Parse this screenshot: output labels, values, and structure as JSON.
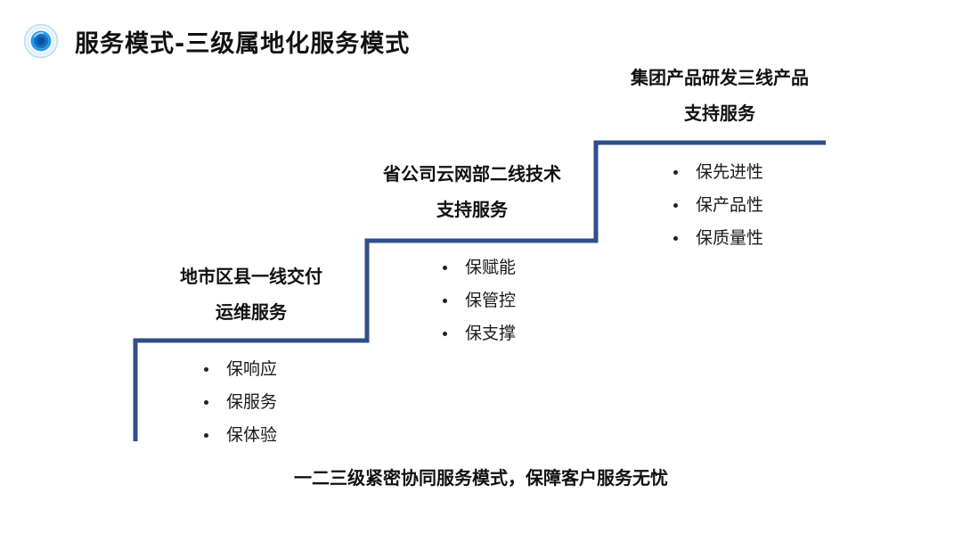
{
  "header": {
    "title": "服务模式-三级属地化服务模式",
    "icon": "target-ring-icon"
  },
  "colors": {
    "stair_line": "#2f4f8a",
    "icon_blue": "#1b87d6",
    "text": "#111111"
  },
  "tiers": [
    {
      "title_line1": "地市区县一线交付",
      "title_line2": "运维服务",
      "bullets": [
        "保响应",
        "保服务",
        "保体验"
      ]
    },
    {
      "title_line1": "省公司云网部二线技术",
      "title_line2": "支持服务",
      "bullets": [
        "保赋能",
        "保管控",
        "保支撑"
      ]
    },
    {
      "title_line1": "集团产品研发三线产品",
      "title_line2": "支持服务",
      "bullets": [
        "保先进性",
        "保产品性",
        "保质量性"
      ]
    }
  ],
  "footer": {
    "text": "一二三级紧密协同服务模式，保障客户服务无忧"
  }
}
